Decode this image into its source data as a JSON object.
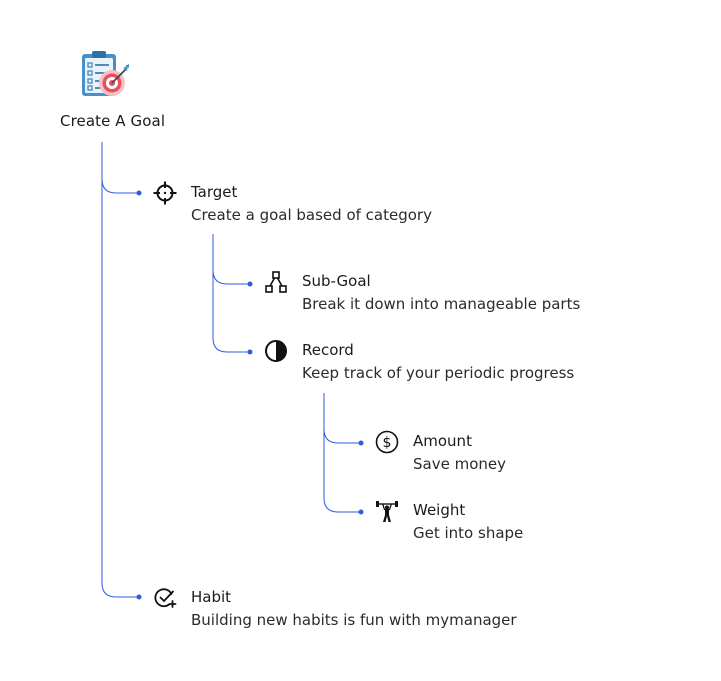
{
  "root": {
    "title": "Create A Goal",
    "icon": "clipboard-target-icon"
  },
  "nodes": {
    "target": {
      "title": "Target",
      "description": "Create a goal based of category",
      "icon": "crosshair-icon"
    },
    "subgoal": {
      "title": "Sub-Goal",
      "description": "Break it down into manageable parts",
      "icon": "hierarchy-icon"
    },
    "record": {
      "title": "Record",
      "description": "Keep track of your periodic progress",
      "icon": "pie-progress-icon"
    },
    "amount": {
      "title": "Amount",
      "description": "Save money",
      "icon": "dollar-circle-icon"
    },
    "weight": {
      "title": "Weight",
      "description": "Get into shape",
      "icon": "weightlifter-icon"
    },
    "habit": {
      "title": "Habit",
      "description": "Building new habits is fun with mymanager",
      "icon": "check-sparkle-icon"
    }
  },
  "colors": {
    "connector": "#2f5be0",
    "text": "#1b1b1b",
    "accent_red": "#e8505b",
    "clipboard_blue": "#4a90c8"
  }
}
